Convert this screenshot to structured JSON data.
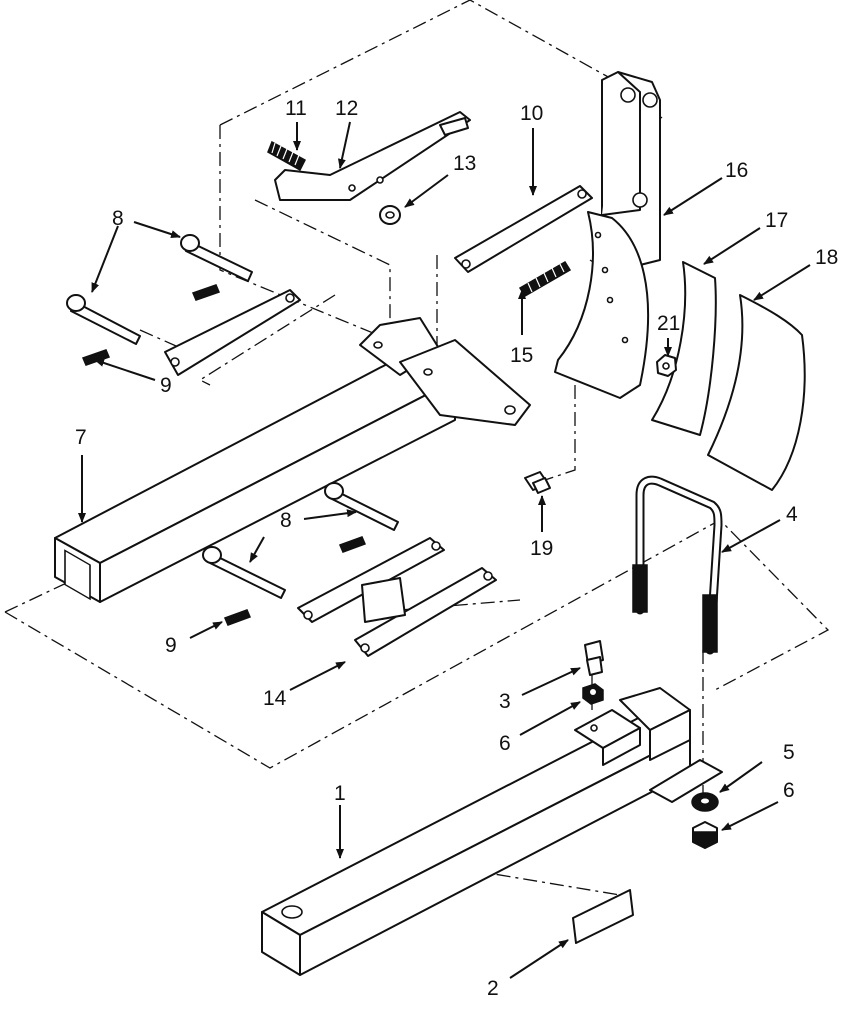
{
  "diagram": {
    "callouts": [
      {
        "id": "1",
        "text": "1"
      },
      {
        "id": "2",
        "text": "2"
      },
      {
        "id": "3",
        "text": "3"
      },
      {
        "id": "4",
        "text": "4"
      },
      {
        "id": "5",
        "text": "5"
      },
      {
        "id": "6a",
        "text": "6"
      },
      {
        "id": "6b",
        "text": "6"
      },
      {
        "id": "7",
        "text": "7"
      },
      {
        "id": "8a",
        "text": "8"
      },
      {
        "id": "8b",
        "text": "8"
      },
      {
        "id": "9a",
        "text": "9"
      },
      {
        "id": "9b",
        "text": "9"
      },
      {
        "id": "10",
        "text": "10"
      },
      {
        "id": "11",
        "text": "11"
      },
      {
        "id": "12",
        "text": "12"
      },
      {
        "id": "13",
        "text": "13"
      },
      {
        "id": "14",
        "text": "14"
      },
      {
        "id": "15",
        "text": "15"
      },
      {
        "id": "16",
        "text": "16"
      },
      {
        "id": "17",
        "text": "17"
      },
      {
        "id": "18",
        "text": "18"
      },
      {
        "id": "19",
        "text": "19"
      },
      {
        "id": "21",
        "text": "21"
      }
    ]
  }
}
